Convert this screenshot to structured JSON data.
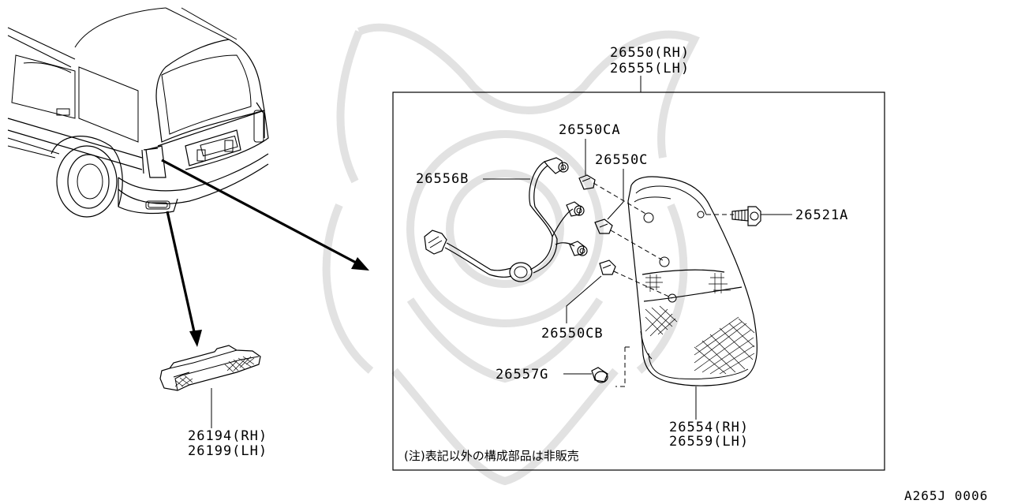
{
  "labels": {
    "lamp_assy_rh": "26550(RH)",
    "lamp_assy_lh": "26555(LH)",
    "socket_ca": "26550CA",
    "socket_c": "26550C",
    "harness": "26556B",
    "screw": "26521A",
    "socket_cb": "26550CB",
    "grommet": "26557G",
    "lens_rh": "26554(RH)",
    "lens_lh": "26559(LH)",
    "reflector_rh": "26194(RH)",
    "reflector_lh": "26199(LH)"
  },
  "note": "(注)表記以外の構成部品は非販売",
  "diagram_code": "A265J 0006"
}
